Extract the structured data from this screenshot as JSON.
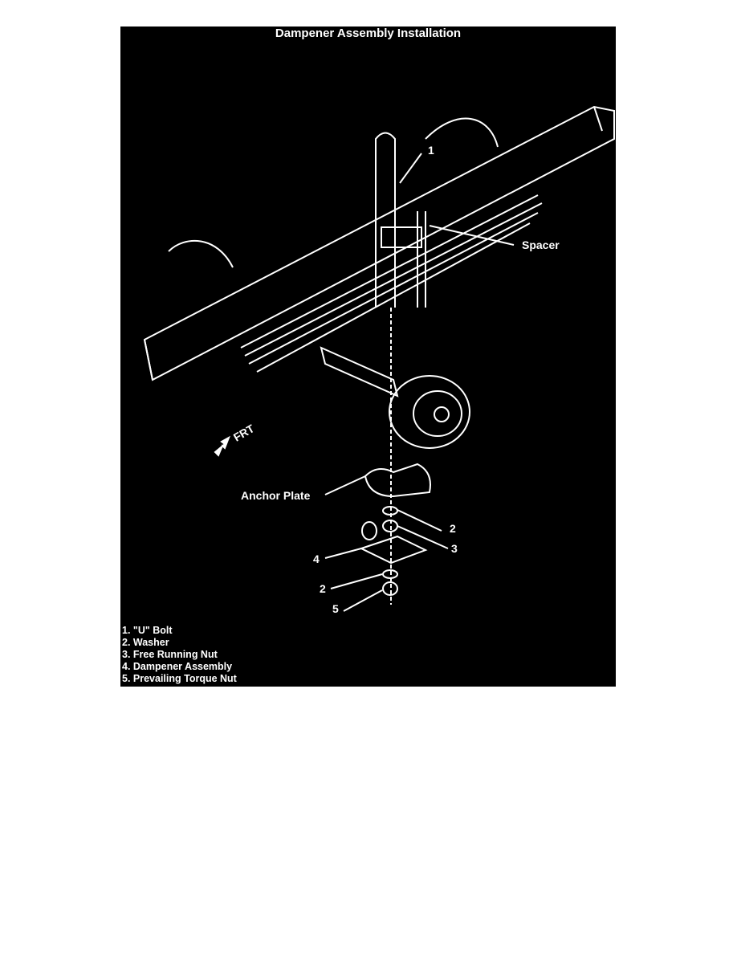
{
  "title": "Dampener Assembly Installation",
  "callouts": {
    "u_bolt": "1",
    "spacer": "Spacer",
    "front": "FRT",
    "anchor_plate": "Anchor Plate",
    "washer_upper": "2",
    "free_running_nut": "3",
    "dampener": "4",
    "washer_lower": "2",
    "prevailing_nut": "5"
  },
  "legend": [
    "1.  \"U\" Bolt",
    "2.  Washer",
    "3.  Free Running Nut",
    "4.  Dampener Assembly",
    "5.  Prevailing Torque Nut"
  ],
  "colors": {
    "background": "#000000",
    "lines": "#ffffff"
  }
}
